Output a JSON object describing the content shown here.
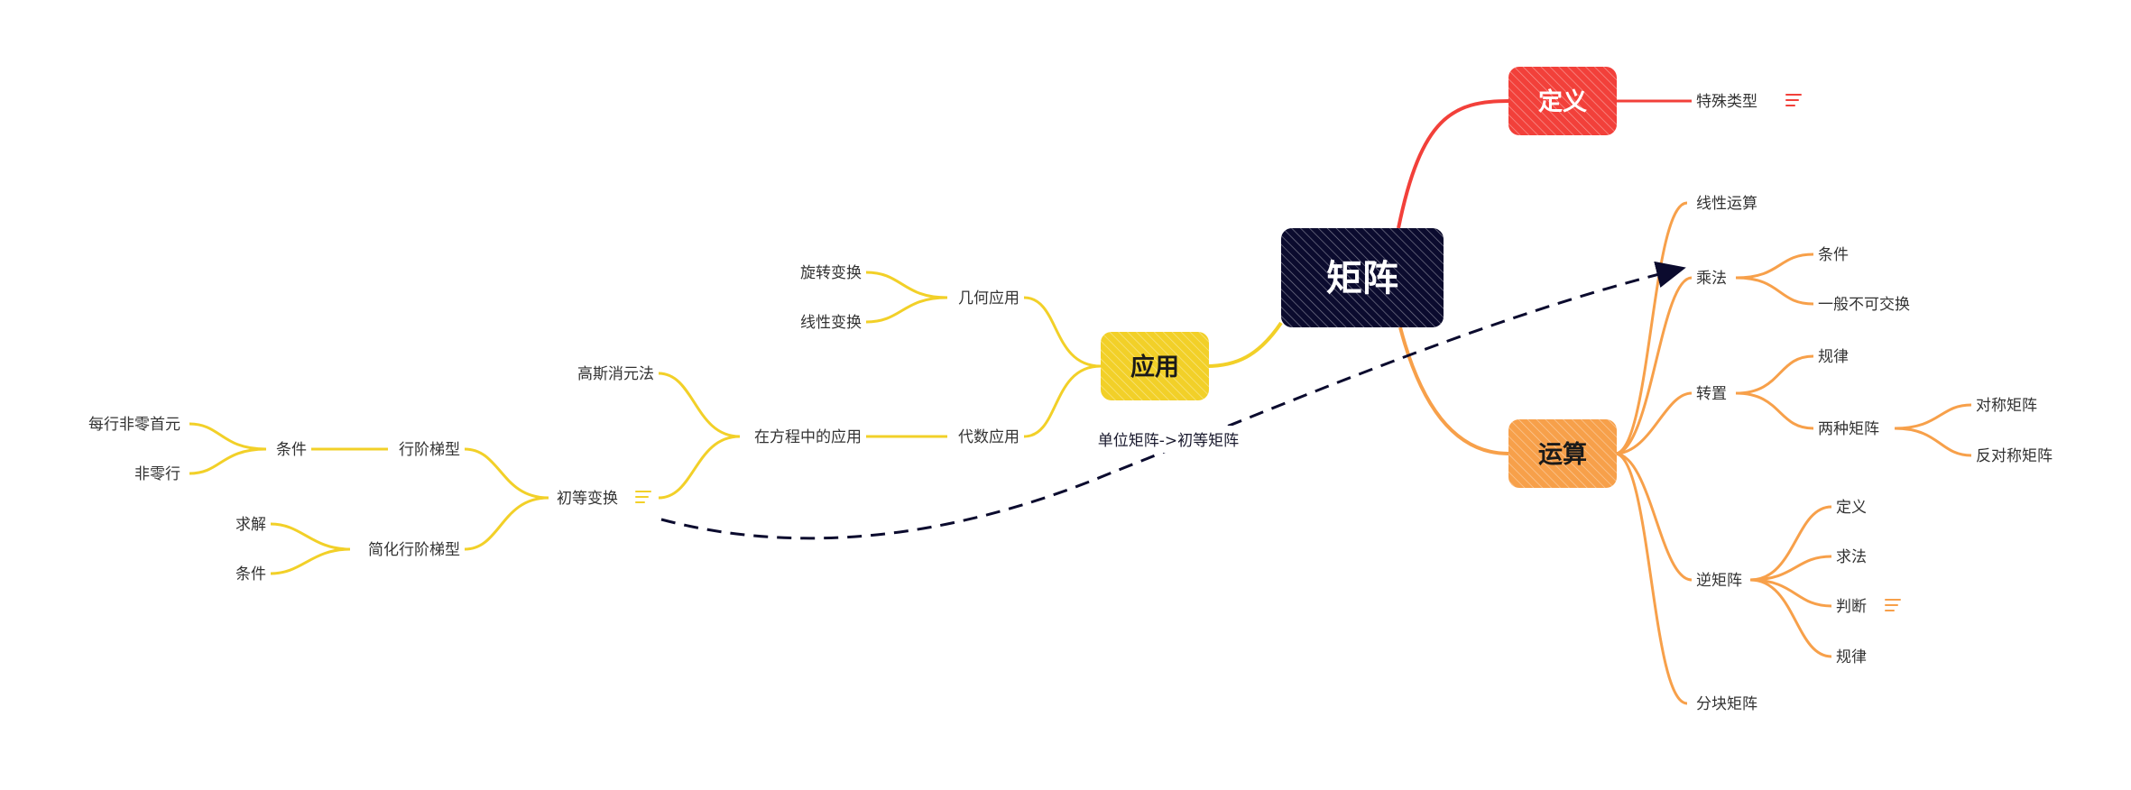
{
  "diagram": {
    "center": {
      "label": "矩阵"
    },
    "branches": {
      "definition": {
        "label": "定义",
        "color": "#f2403a",
        "children": {
          "special_types": "特殊类型"
        }
      },
      "operations": {
        "label": "运算",
        "color": "#f7a04a",
        "children": {
          "linear": "线性运算",
          "multiply": "乘法",
          "multiply_condition": "条件",
          "multiply_noncommutative": "一般不可交换",
          "transpose": "转置",
          "transpose_rule": "规律",
          "two_matrices": "两种矩阵",
          "symmetric": "对称矩阵",
          "antisymmetric": "反对称矩阵",
          "inverse": "逆矩阵",
          "inverse_definition": "定义",
          "inverse_method": "求法",
          "inverse_judgement": "判断",
          "inverse_rule": "规律",
          "block": "分块矩阵"
        }
      },
      "application": {
        "label": "应用",
        "color": "#f2d028",
        "children": {
          "geometric": "几何应用",
          "rotation": "旋转变换",
          "linear_transform": "线性变换",
          "algebraic": "代数应用",
          "equations": "在方程中的应用",
          "gaussian": "高斯消元法",
          "elementary": "初等变换",
          "row_echelon": "行阶梯型",
          "row_condition": "条件",
          "nonzero_first": "每行非零首元",
          "nonzero_row": "非零行",
          "reduced_echelon": "简化行阶梯型",
          "reduced_solve": "求解",
          "reduced_condition": "条件"
        }
      }
    },
    "relation": {
      "label": "单位矩阵->初等矩阵"
    }
  },
  "colors": {
    "center_fill": "#0b0b2e",
    "definition": "#f2403a",
    "operations": "#f7a04a",
    "application": "#f2d028",
    "relation": "#0b0b2e",
    "label_text": "#333333"
  }
}
